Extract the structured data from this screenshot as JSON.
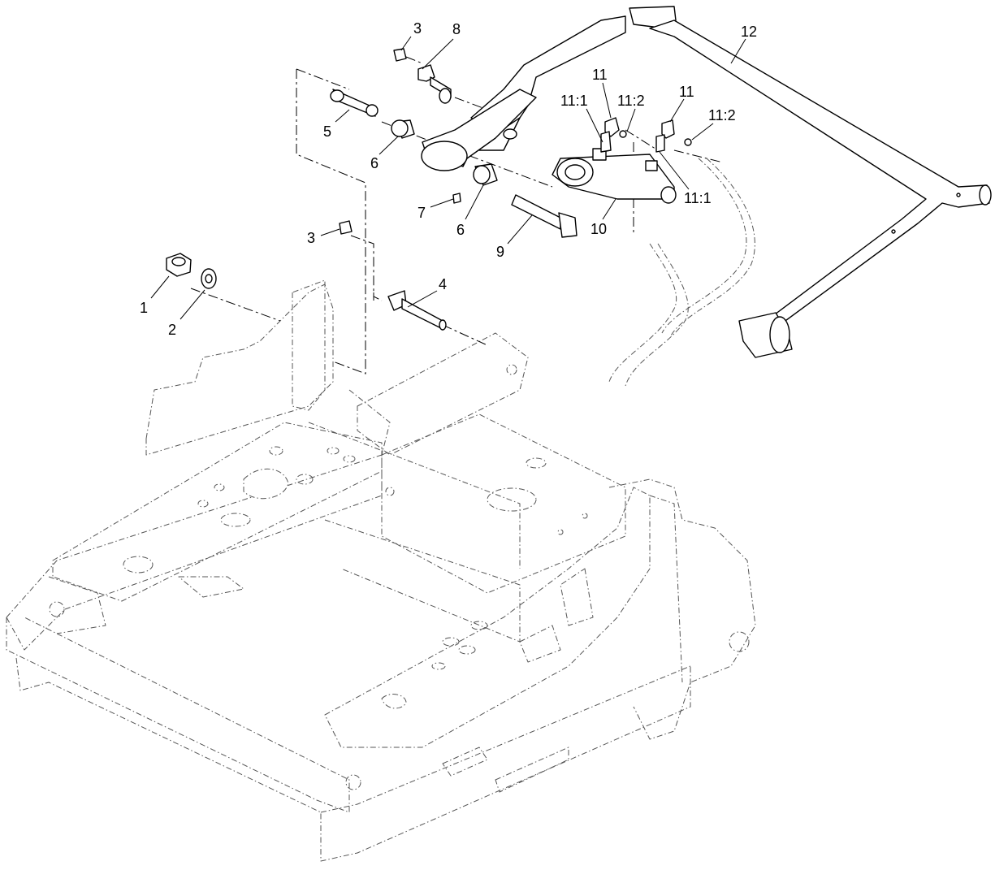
{
  "diagram": {
    "callouts": [
      "1",
      "2",
      "3",
      "3",
      "4",
      "5",
      "6",
      "6",
      "7",
      "8",
      "9",
      "10",
      "11",
      "11",
      "11:1",
      "11:1",
      "11:2",
      "11:2",
      "12"
    ]
  }
}
